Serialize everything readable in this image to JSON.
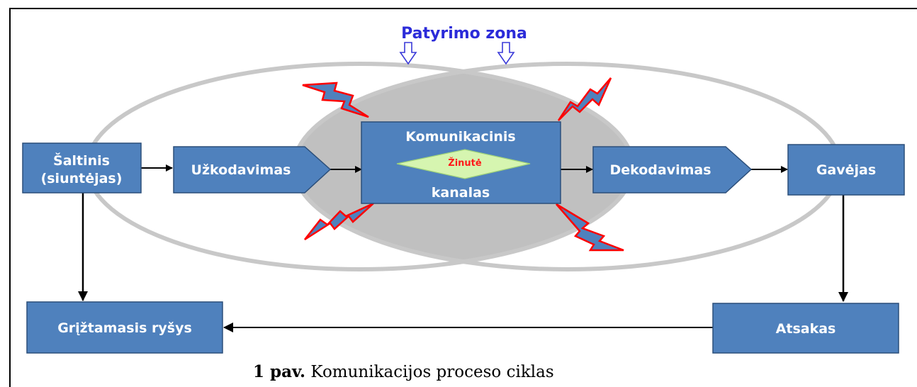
{
  "diagram": {
    "zone_title": "Patyrimo zona",
    "nodes": {
      "source_line1": "Šaltinis",
      "source_line2": "(siuntėjas)",
      "encoding": "Užkodavimas",
      "channel_top": "Komunikacinis",
      "channel_bottom": "kanalas",
      "message": "Žinutė",
      "decoding": "Dekodavimas",
      "receiver": "Gavėjas",
      "response": "Atsakas",
      "feedback": "Grįžtamasis ryšys"
    },
    "colors": {
      "box_fill": "#4f81bd",
      "box_stroke": "#2c4f7a",
      "ellipse_stroke": "#c8c8c8",
      "overlap_fill": "#c0c0c0",
      "message_fill": "#d6f5b0",
      "lightning_fill": "#4f81bd",
      "lightning_stroke": "#ff0000",
      "title_color": "#2b2bd9"
    }
  },
  "caption": {
    "label": "1 pav.",
    "text": "Komunikacijos proceso ciklas"
  }
}
